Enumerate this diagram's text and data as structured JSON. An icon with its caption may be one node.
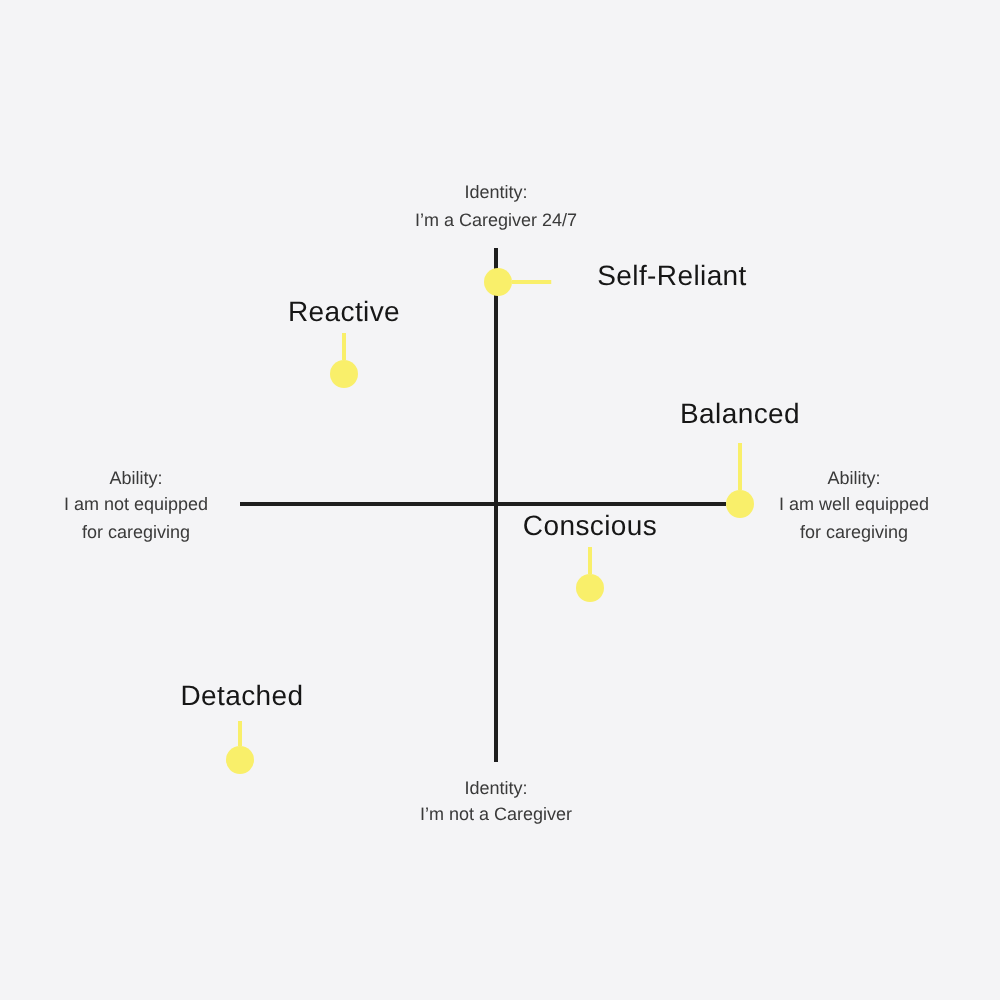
{
  "diagram": {
    "nodes": [
      {
        "text": [
          "Self-Reliant"
        ]
      },
      {
        "text": [],
        "shape": "circle"
      },
      {
        "text": [
          "Reactive"
        ]
      },
      {
        "text": [],
        "shape": "circle"
      },
      {
        "text": [
          "Balanced"
        ]
      },
      {
        "text": [],
        "shape": "circle"
      },
      {
        "text": [
          "Conscious"
        ]
      },
      {
        "text": [],
        "shape": "circle"
      },
      {
        "text": [
          "Detached"
        ]
      },
      {
        "text": [],
        "shape": "circle"
      }
    ],
    "edges": [
      {
        "from": 0,
        "to": 1,
        "arrow": "none"
      },
      {
        "from": 2,
        "to": 3,
        "arrow": "none"
      },
      {
        "from": 4,
        "to": 5,
        "arrow": "none"
      },
      {
        "from": 6,
        "to": 7,
        "arrow": "none"
      },
      {
        "from": 8,
        "to": 9,
        "arrow": "none"
      }
    ],
    "labels": [
      "Identity:",
      "I’m a Caregiver 24/7",
      "Ability:",
      "I am not equipped for caregiving",
      "Ability:",
      "I am well equipped for caregiving",
      "Identity:",
      "I’m not a Caregiver"
    ]
  }
}
